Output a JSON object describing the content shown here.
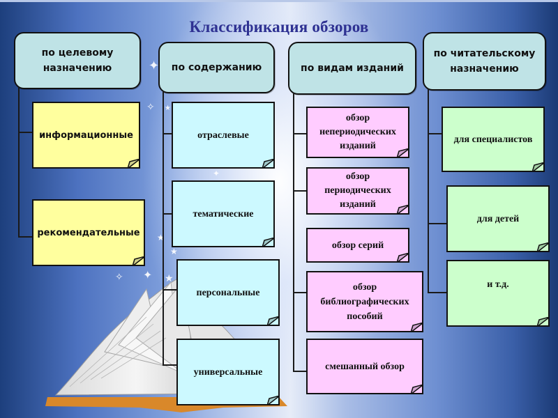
{
  "title": "Классификация обзоров",
  "colors": {
    "title": "#2e3192",
    "header_fill": "#bfe3e6",
    "yellow_fill": "#ffff9e",
    "cyan_fill": "#ccf9ff",
    "pink_fill": "#ffccff",
    "green_fill": "#ccffcc",
    "connector": "#1a1a1a"
  },
  "columns": [
    {
      "header": "по целевому назначению",
      "items": [
        "информационные",
        "рекомендательные"
      ]
    },
    {
      "header": "по содержанию",
      "items": [
        "отраслевые",
        "тематические",
        "персональные",
        "универсальные"
      ]
    },
    {
      "header": "по видам изданий",
      "items": [
        "обзор непериодических изданий",
        "обзор периодических изданий",
        "обзор серий",
        "обзор библиографических пособий",
        "смешанный обзор"
      ]
    },
    {
      "header": "по читательскому назначению",
      "items": [
        "для специалистов",
        "для детей",
        "и т.д."
      ]
    }
  ],
  "decorations": {
    "background": "open-book-icon",
    "sparkles": "star-icon"
  }
}
